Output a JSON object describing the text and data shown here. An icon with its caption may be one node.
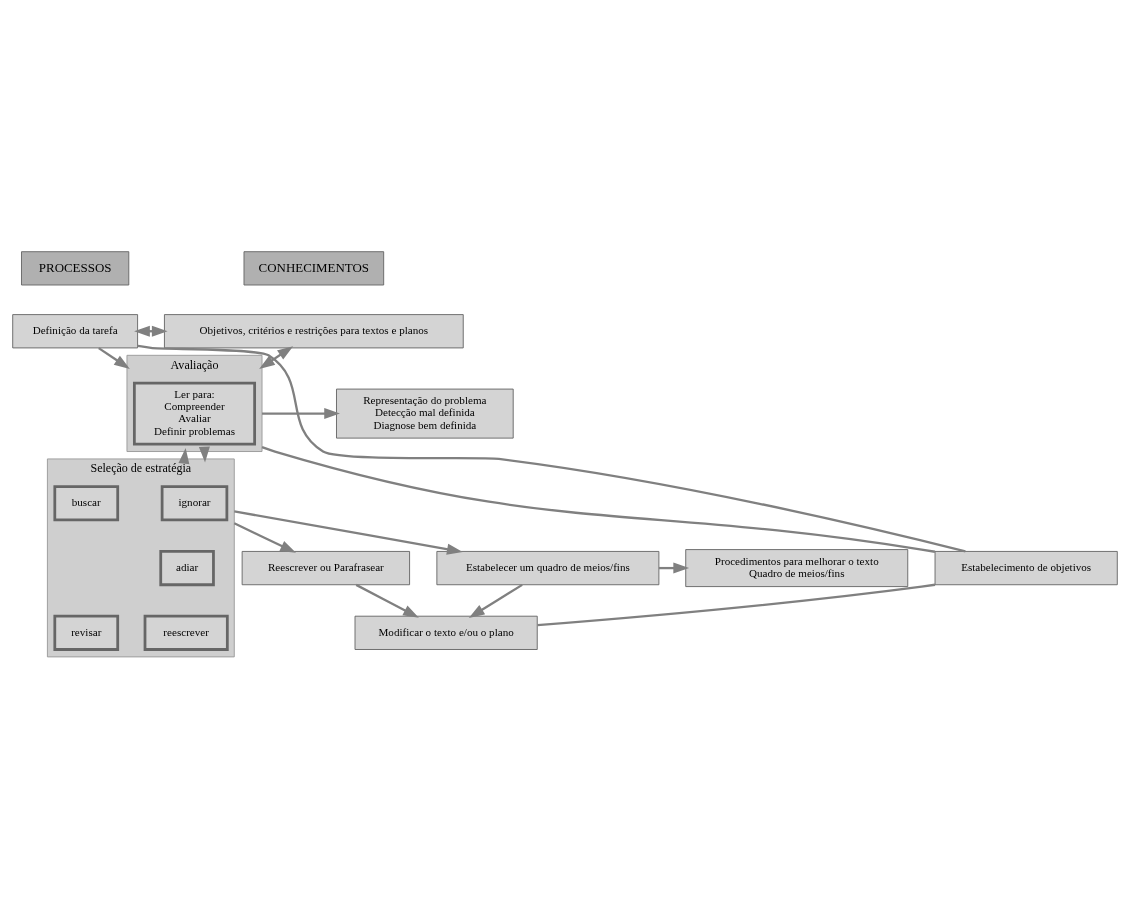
{
  "diagram": {
    "nodes": [
      {
        "text": [
          "PROCESSOS"
        ]
      },
      {
        "text": [
          "CONHECIMENTOS"
        ]
      },
      {
        "text": [
          "Definição da tarefa"
        ]
      },
      {
        "text": [
          "Objetivos, critérios e restrições para textos e planos"
        ]
      },
      {
        "text": [
          "Avaliação"
        ]
      },
      {
        "text": [
          "Ler para:",
          "Compreender",
          "Avaliar",
          "Definir problemas"
        ],
        "in": 4
      },
      {
        "text": [
          "Representação do problema",
          "Detecção mal definida",
          "Diagnose bem definida"
        ]
      },
      {
        "text": [
          "Seleção de estratégia"
        ]
      },
      {
        "text": [
          "ignorar"
        ],
        "in": 7
      },
      {
        "text": [
          "buscar"
        ],
        "in": 7
      },
      {
        "text": [
          "adiar"
        ],
        "in": 7
      },
      {
        "text": [
          "reescrever"
        ],
        "in": 7
      },
      {
        "text": [
          "revisar"
        ],
        "in": 7
      },
      {
        "text": [
          "Estabelecimento de objetivos"
        ]
      },
      {
        "text": [
          "Reescrever ou Parafrasear"
        ]
      },
      {
        "text": [
          "Estabelecer um quadro de meios/fins"
        ]
      },
      {
        "text": [
          "Procedimentos para melhorar o texto",
          "Quadro de meios/fins"
        ]
      },
      {
        "text": [
          "Modificar o texto e/ou o plano"
        ]
      }
    ],
    "edges": [
      {
        "from": 2,
        "to": 3,
        "arrow": "both"
      },
      {
        "from": 2,
        "to": 4,
        "arrow": "to"
      },
      {
        "from": 4,
        "to": 3,
        "arrow": "both"
      },
      {
        "from": 4,
        "to": 6,
        "arrow": "to"
      },
      {
        "from": 4,
        "to": 7,
        "arrow": "to"
      },
      {
        "from": 7,
        "to": 4,
        "arrow": "to"
      },
      {
        "from": 7,
        "to": 14,
        "arrow": "to"
      },
      {
        "from": 7,
        "to": 15,
        "arrow": "to"
      },
      {
        "from": 15,
        "to": 16,
        "arrow": "to"
      },
      {
        "from": 14,
        "to": 17,
        "arrow": "to"
      },
      {
        "from": 15,
        "to": 17,
        "arrow": "to"
      },
      {
        "from": 13,
        "to": 2,
        "arrow": "none"
      },
      {
        "from": 13,
        "to": 4,
        "arrow": "none"
      },
      {
        "from": 13,
        "to": 17,
        "arrow": "none"
      }
    ]
  }
}
